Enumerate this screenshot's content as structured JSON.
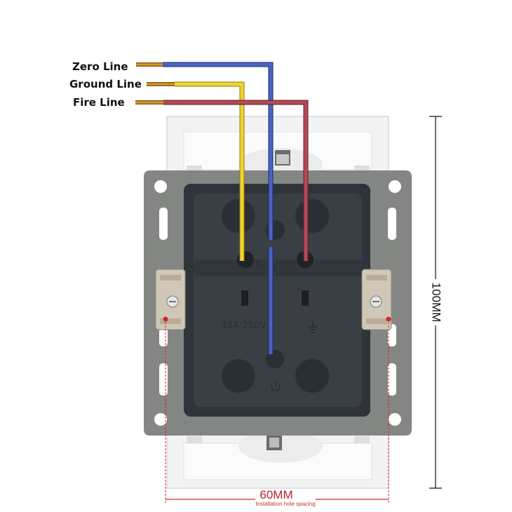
{
  "wires": [
    {
      "label": "Zero Line",
      "color": "#4a63c4"
    },
    {
      "label": "Ground Line",
      "color": "#f1d331"
    },
    {
      "label": "Fire Line",
      "color": "#b24a55"
    }
  ],
  "dimensions": {
    "vertical": "100MM",
    "horizontal": "60MM",
    "horizontal_note": "Installation hole spacing"
  },
  "molded_text": {
    "rating": "16A 250V",
    "neutral": "N",
    "live": "L"
  },
  "colors": {
    "frame": "#848684",
    "body": "#3a3f46",
    "plate": "#f4f4f4",
    "marker": "#d4242b"
  }
}
